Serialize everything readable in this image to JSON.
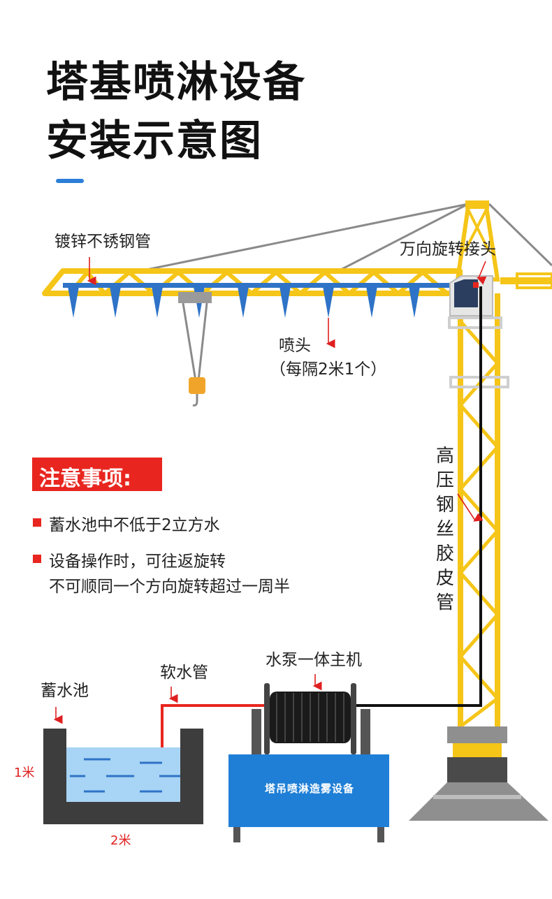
{
  "title": {
    "line1": "塔基喷淋设备",
    "line2": "安装示意图"
  },
  "labels": {
    "steel_pipe": "镀锌不锈钢管",
    "rotary_joint": "万向旋转接头",
    "nozzle": "喷头",
    "nozzle_spacing": "（每隔2米1个）",
    "hose_vertical": "高压钢丝胶皮管",
    "soft_hose": "软水管",
    "reservoir": "蓄水池",
    "pump_unit": "水泵一体主机",
    "machine_text": "塔吊喷淋造雾设备",
    "dim_height": "1米",
    "dim_width": "2米"
  },
  "notes": {
    "title": "注意事项:",
    "items": [
      {
        "line1": "蓄水池中不低于2立方水",
        "line2": ""
      },
      {
        "line1": "设备操作时，可往返旋转",
        "line2": "不可顺同一个方向旋转超过一周半"
      }
    ]
  },
  "colors": {
    "crane_yellow": "#f5c518",
    "pipe_blue": "#2e73c7",
    "accent_red": "#e8261f",
    "machine_blue": "#1f7fd6",
    "water_blue": "#a8d4f5",
    "tank_gray": "#3d3d3d"
  },
  "icons": {
    "nozzle": "nozzle-cone-icon",
    "hook": "crane-hook-icon",
    "arrow": "pointer-arrow-icon"
  }
}
